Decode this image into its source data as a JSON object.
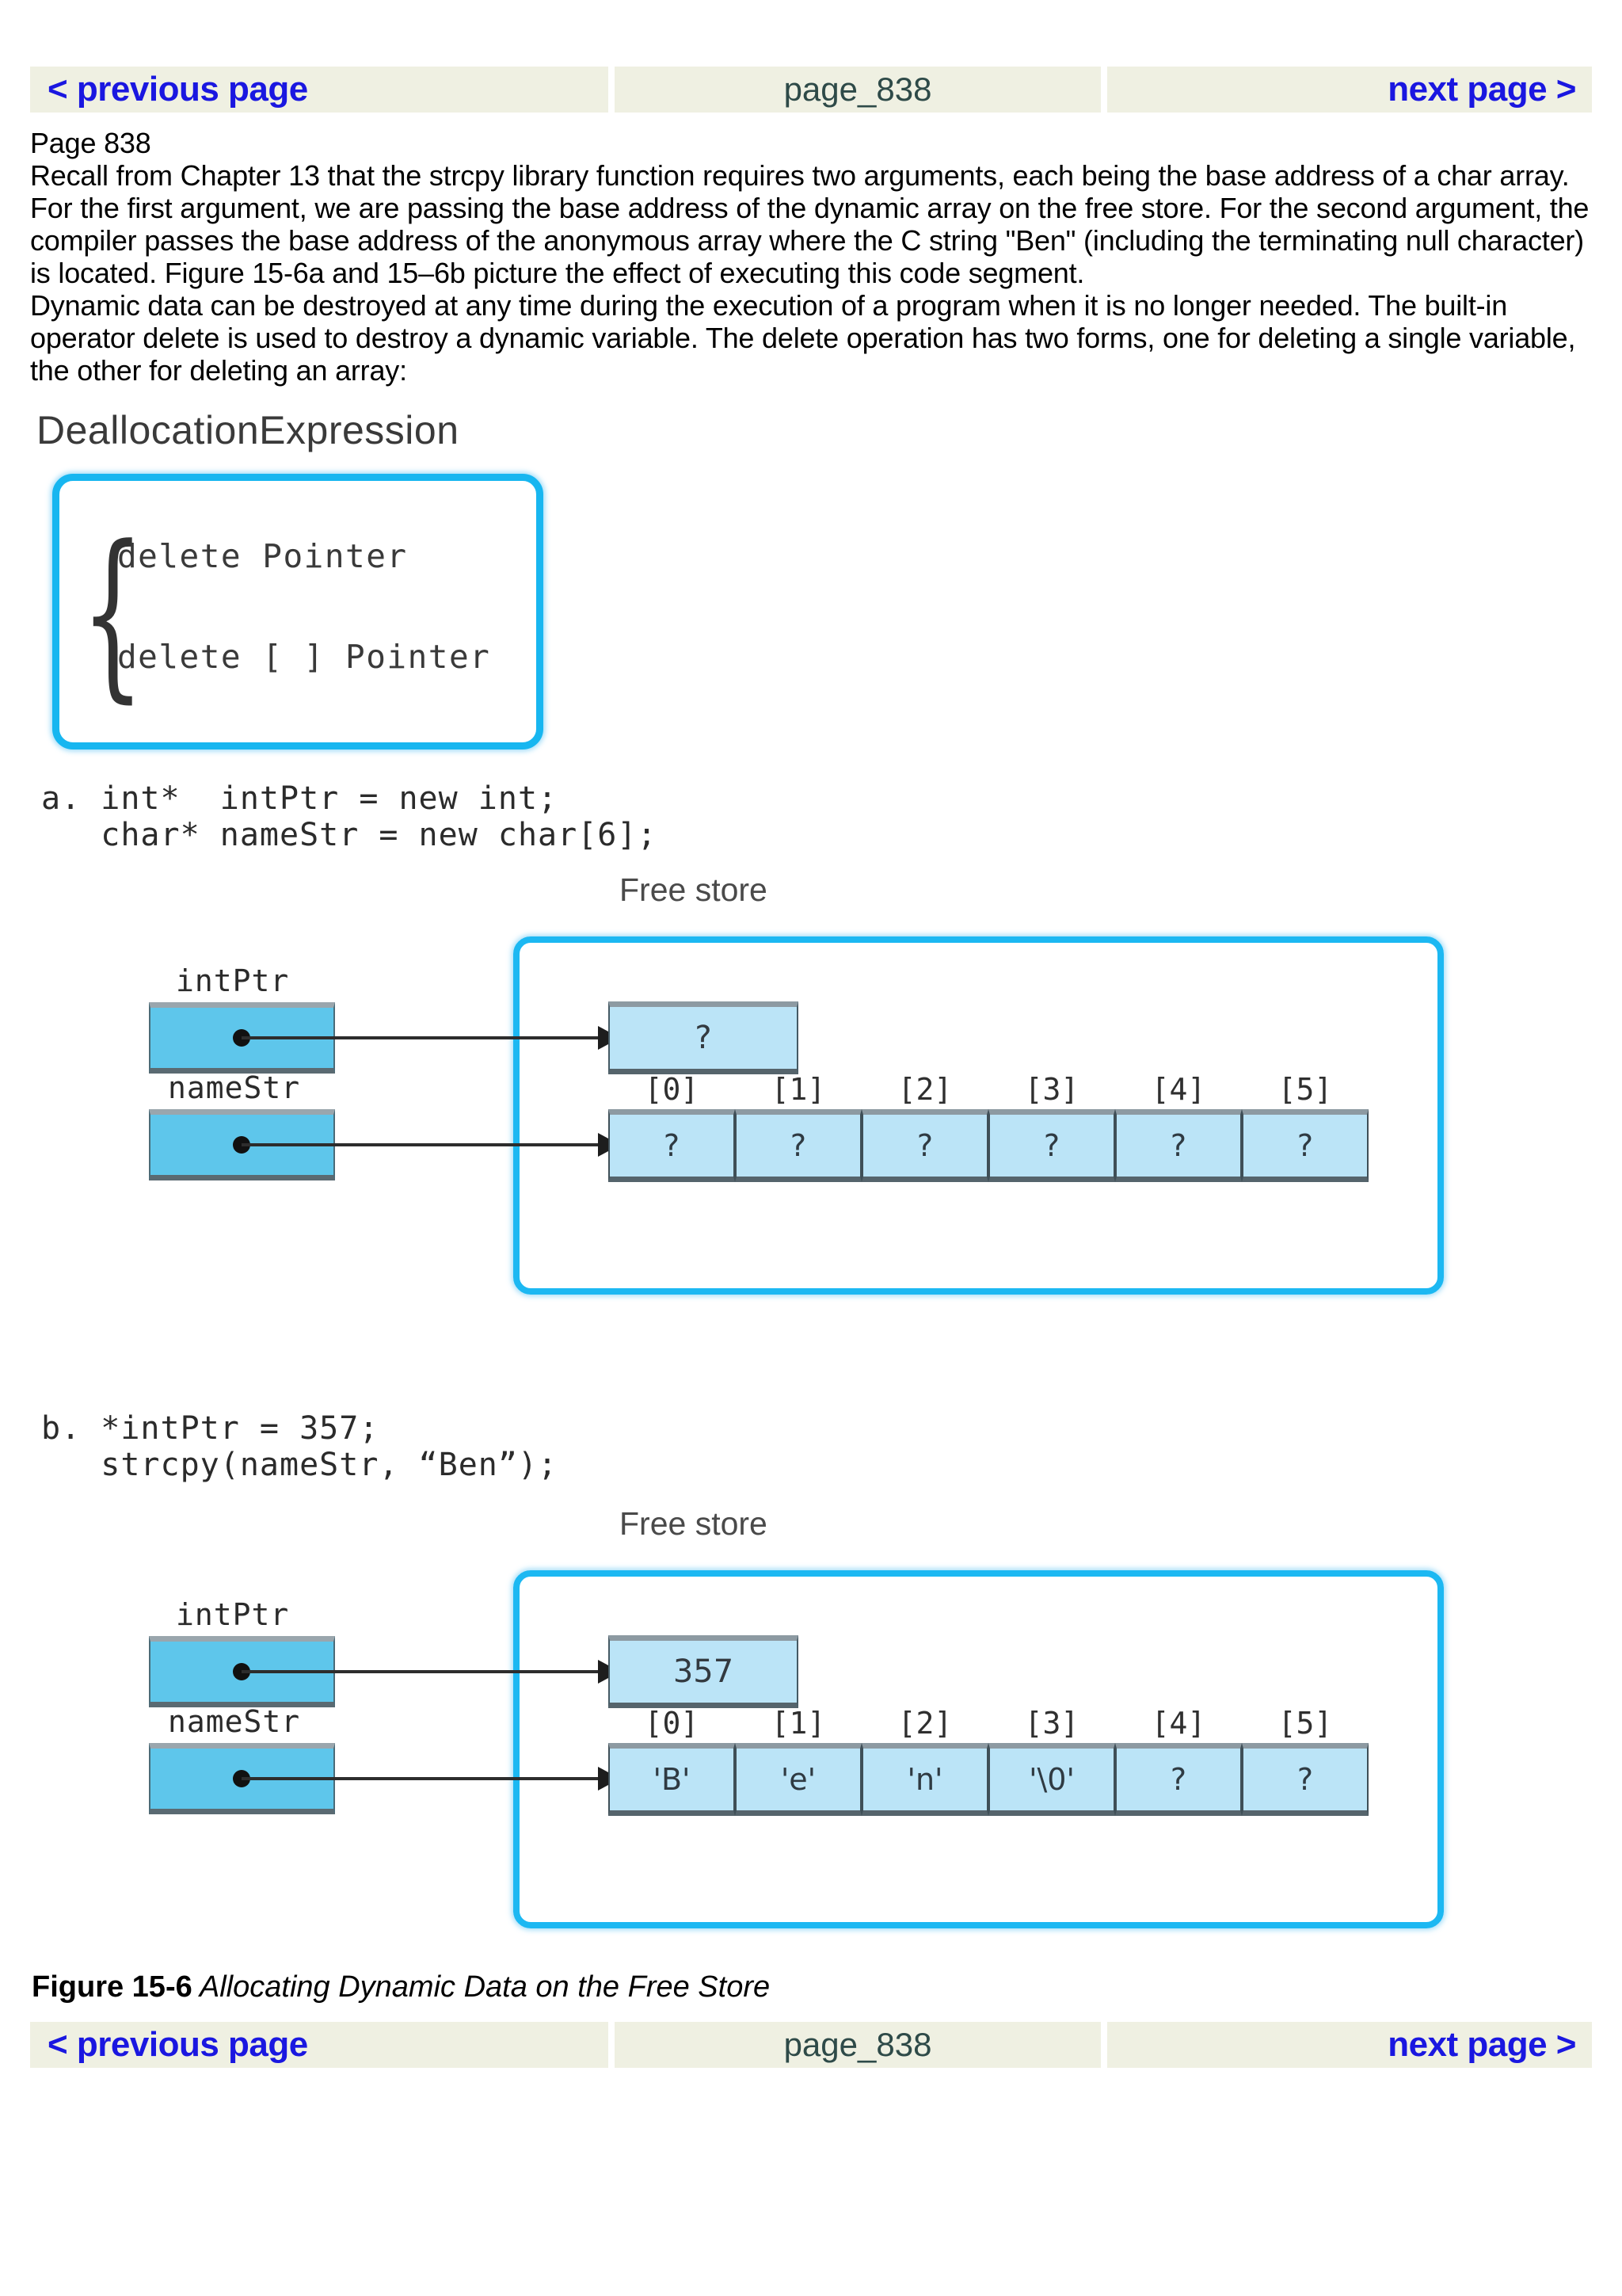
{
  "nav": {
    "prev_label": "< previous page",
    "page_label": "page_838",
    "next_label": "next page >"
  },
  "body": {
    "page_heading": "Page 838",
    "paragraph_1": "Recall from Chapter 13 that the strcpy library function requires two arguments, each being the base address of a char array. For the first argument, we are passing the base address of the dynamic array on the free store. For the second argument, the compiler passes the base address of the anonymous array where the C string \"Ben\" (including the terminating null character) is located. Figure 15-6a and 15–6b picture the effect of executing this code segment.",
    "paragraph_2": "Dynamic data can be destroyed at any time during the execution of a program when it is no longer needed. The built-in operator delete is used to destroy a dynamic variable. The delete operation has two forms, one for deleting a single variable, the other for deleting an array:"
  },
  "dealloc": {
    "title": "DeallocationExpression",
    "brace": "{",
    "line_1": "delete Pointer",
    "line_2": "delete [ ] Pointer"
  },
  "figure": {
    "caption_number": "Figure 15-6",
    "caption_text": " Allocating Dynamic Data on the Free Store",
    "panel_a": {
      "code": "a. int*  intPtr = new int;\n   char* nameStr = new char[6];",
      "free_store_label": "Free store",
      "var_int_label": "intPtr",
      "var_str_label": "nameStr",
      "int_value": "?",
      "index_labels": [
        "[0]",
        "[1]",
        "[2]",
        "[3]",
        "[4]",
        "[5]"
      ],
      "array_values": [
        "?",
        "?",
        "?",
        "?",
        "?",
        "?"
      ]
    },
    "panel_b": {
      "code": "b. *intPtr = 357;\n   strcpy(nameStr, “Ben”);",
      "free_store_label": "Free store",
      "var_int_label": "intPtr",
      "var_str_label": "nameStr",
      "int_value": "357",
      "index_labels": [
        "[0]",
        "[1]",
        "[2]",
        "[3]",
        "[4]",
        "[5]"
      ],
      "array_values": [
        "'B'",
        "'e'",
        "'n'",
        "'\\0'",
        "?",
        "?"
      ]
    }
  },
  "colors": {
    "nav_background": "#eff0e2",
    "nav_link": "#1a17e0",
    "nav_page": "#2e4a48",
    "frame_blue": "#1cb8f2",
    "var_box_blue": "#5ec6eb",
    "cell_blue": "#bbe4f7"
  }
}
